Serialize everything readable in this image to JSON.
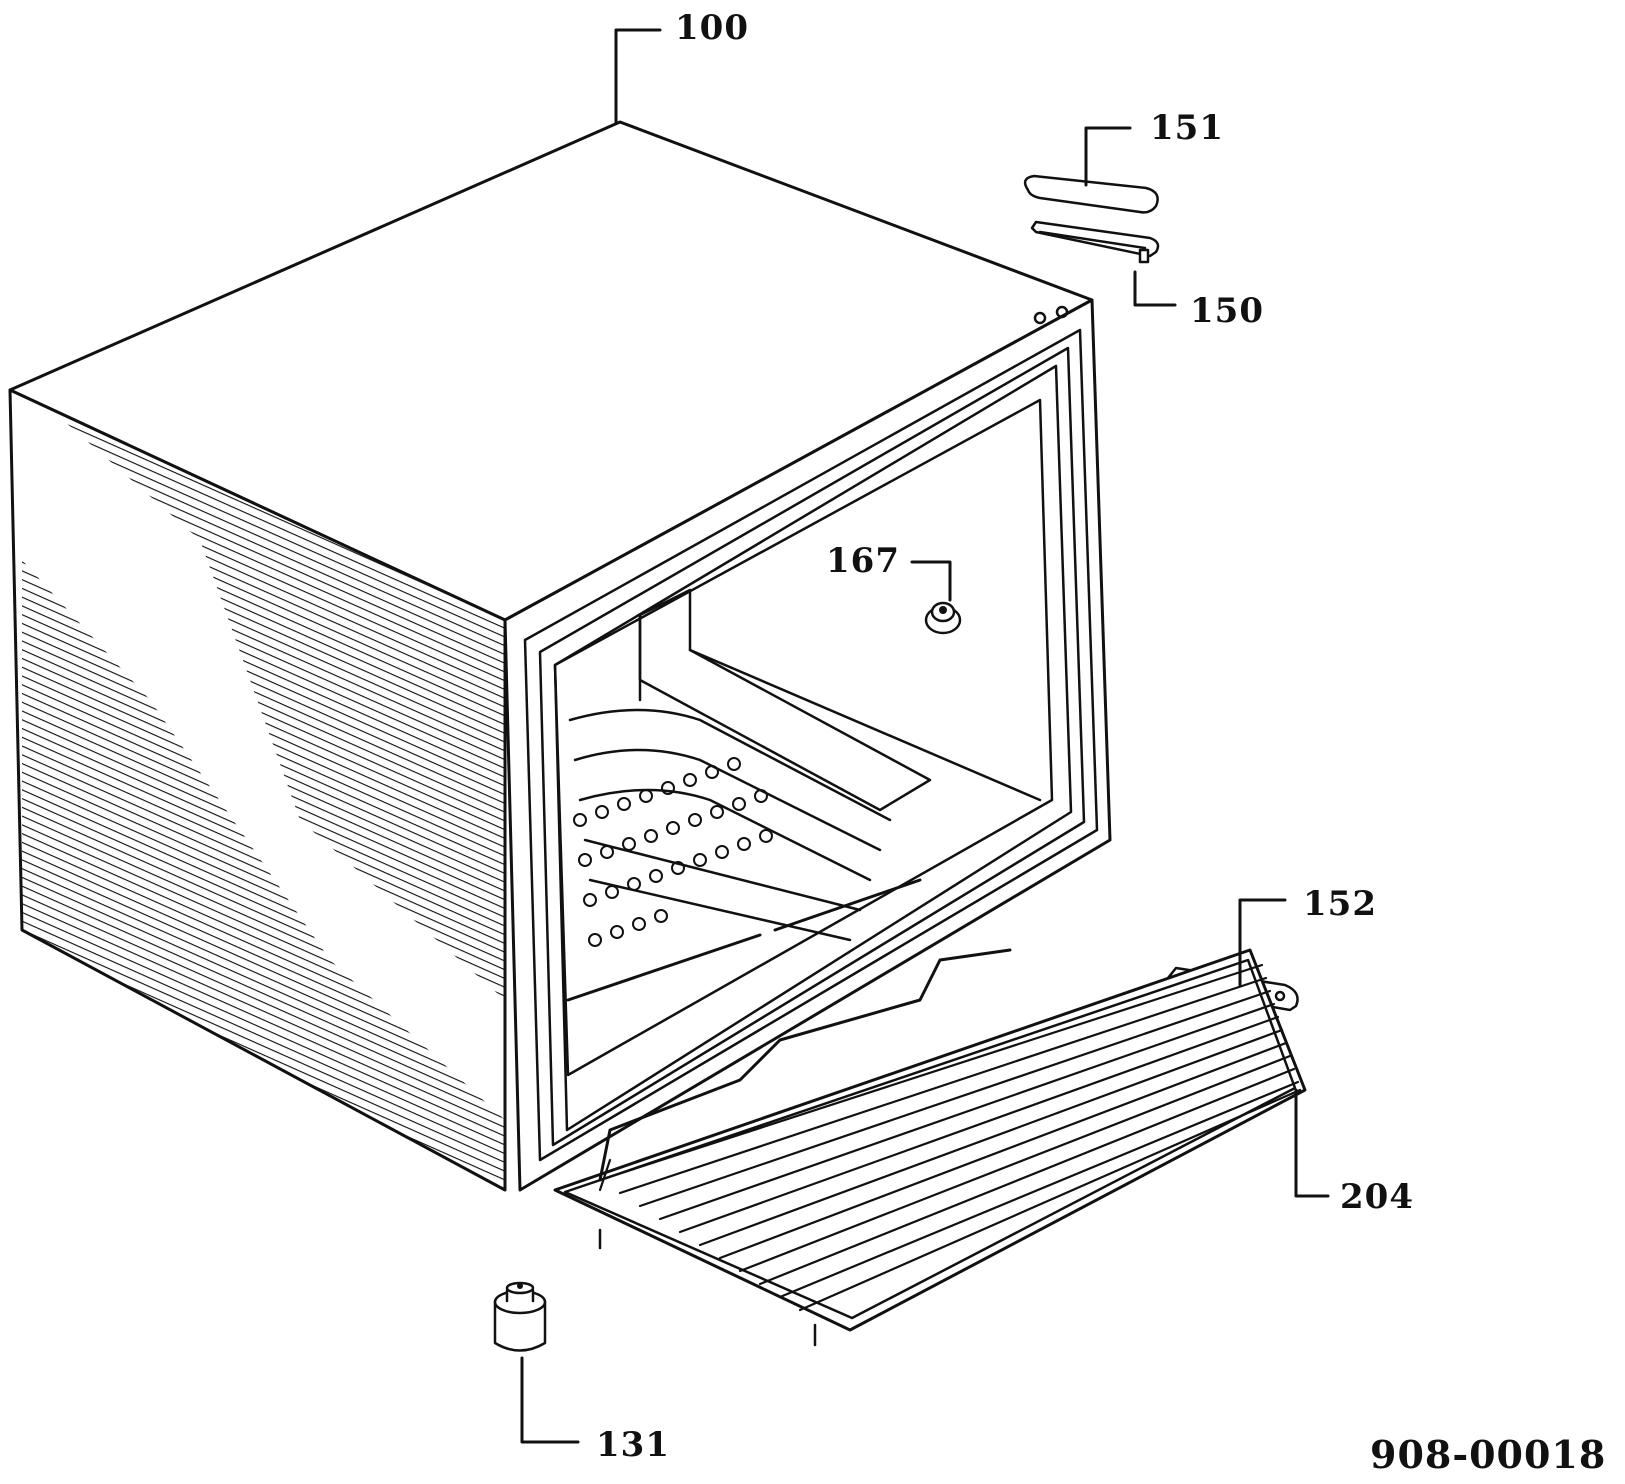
{
  "diagram": {
    "labels": {
      "p100": "100",
      "p151": "151",
      "p150": "150",
      "p167": "167",
      "p152": "152",
      "p204": "204",
      "p131": "131"
    },
    "document_id": "908-00018"
  },
  "colors": {
    "ink": "#111111",
    "background": "#ffffff"
  }
}
